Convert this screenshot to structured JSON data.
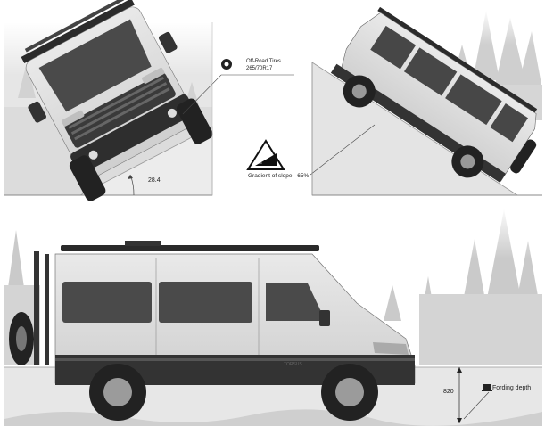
{
  "annotations": {
    "tires_label": "Off-Road Tires",
    "tires_size": "265/70R17",
    "angle_value": "28.4",
    "slope_label": "Gradient of slope - 65%",
    "fording_depth_value": "820",
    "fording_depth_label": "Fording depth"
  },
  "icons": [
    "tire-icon",
    "slope-warning-icon",
    "fording-depth-icon"
  ],
  "vehicle_brand_text": "TORSUS",
  "colors": {
    "background": "#ffffff",
    "ground_gray": "#e2e2e2",
    "tree_gray": "#c9c9c9",
    "van_body": "#d9d9d9",
    "van_dark": "#333333",
    "glass": "#4a4a4a"
  }
}
